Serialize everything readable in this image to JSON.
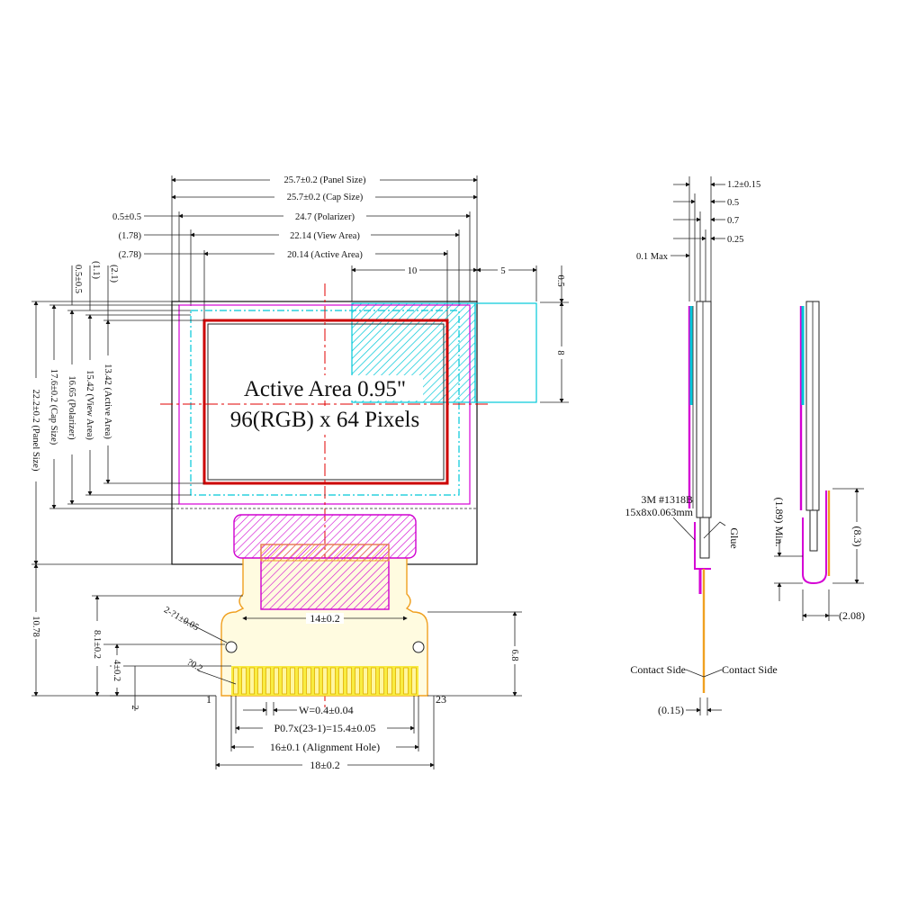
{
  "title": {
    "line1": "Active Area 0.95\"",
    "line2": "96(RGB) x 64 Pixels"
  },
  "top_dims": {
    "panel": "25.7±0.2 (Panel Size)",
    "cap": "25.7±0.2 (Cap Size)",
    "polarizer": "24.7 (Polarizer)",
    "view": "22.14 (View Area)",
    "active": "20.14 (Active Area)",
    "pol_offset": "0.5±0.5",
    "view_offset": "(1.78)",
    "active_offset": "(2.78)",
    "ten": "10",
    "five": "5",
    "half": "0.5",
    "eight": "8"
  },
  "left_dims": {
    "half": "0.5±0.5",
    "p11": "(1.1)",
    "p21": "(2.1)",
    "active": "13.42 (Active Area)",
    "view": "15.42 (View Area)",
    "polarizer": "16.65 (Polarizer)",
    "cap": "17.6±0.2 (Cap Size)",
    "panel": "22.2±0.2 (Panel Size)",
    "total": "10.78",
    "fpc_h": "8.1±0.2",
    "fpc_4": "4±0.2",
    "fpc_2": "2"
  },
  "fpc_dims": {
    "hole_dia": "2-?1±0.05",
    "r02": "?0.2",
    "w14": "14±0.2",
    "h68": "6.8",
    "pin1": "1",
    "pin23": "23",
    "width": "W=0.4±0.04",
    "pitch": "P0.7x(23-1)=15.4±0.05",
    "align": "16±0.1 (Alignment Hole)",
    "total": "18±0.2"
  },
  "side_dims": {
    "d12": "1.2±0.15",
    "d05": "0.5",
    "d07": "0.7",
    "d025": "0.25",
    "max": "0.1 Max",
    "tape1": "3M #1318B",
    "tape2": "15x8x0.063mm",
    "glue": "Glue",
    "contact1": "Contact Side",
    "contact2": "Contact Side",
    "d015": "(0.15)",
    "min": "(1.89) Min.",
    "d83": "(8.3)",
    "d208": "(2.08)"
  },
  "colors": {
    "magenta": "#d400d4",
    "cyan": "#00d4e0",
    "red": "#cc0000",
    "orange": "#f5a623",
    "yellow": "#f5e100"
  }
}
